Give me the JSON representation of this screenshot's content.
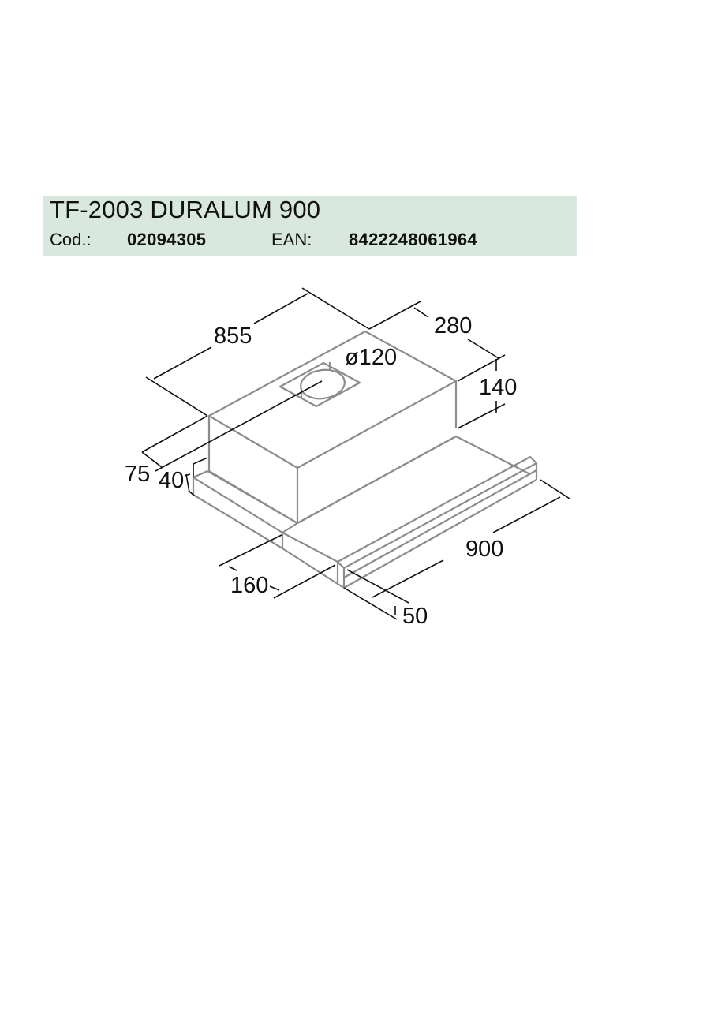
{
  "header": {
    "title": "TF-2003 DURALUM 900",
    "code_label": "Cod.:",
    "code_value": "02094305",
    "ean_label": "EAN:",
    "ean_value": "8422248061964",
    "background_color": "#d9e8df"
  },
  "drawing": {
    "subject": "telescopic cooker hood isometric dimension drawing",
    "units": "mm",
    "dimensions": {
      "body_width": "855",
      "body_depth": "280",
      "body_height": "140",
      "outlet_diameter": "ø120",
      "outlet_offset": "75",
      "base_height": "40",
      "slider_extension": "160",
      "total_width": "900",
      "handle_depth": "50"
    },
    "line_colors": {
      "outline": "#8c8c8c",
      "dimension": "#111111"
    }
  }
}
